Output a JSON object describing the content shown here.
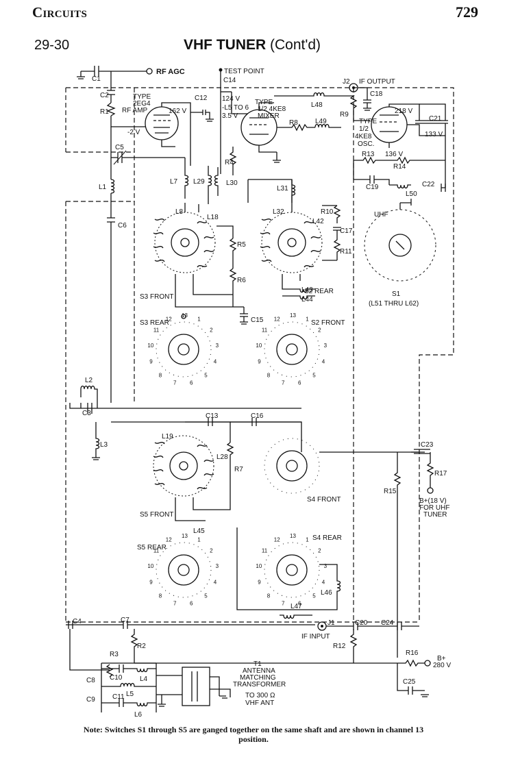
{
  "header": {
    "section": "Circuits",
    "page_number": "729",
    "figure_number": "29-30",
    "title_main": "VHF TUNER",
    "title_sub": "(Cont'd)"
  },
  "labels": {
    "rf_agc": "RF AGC",
    "test_point": "TEST POINT",
    "j2": "J2",
    "if_output": "IF OUTPUT",
    "v1_type": "TYPE",
    "v1_tube": "2EG4",
    "v1_func": "RF AMP",
    "v1_plate_v": "162 V",
    "v1_grid_v": "-2 V",
    "v2_plate_v": "124 V",
    "v2_type": "TYPE",
    "v2_grid_v": "-L5 TO 6",
    "v2_tube": "1/2 4KE8",
    "v2_cath_v": "3.5 V",
    "v2_func": "MIXER",
    "v3_type": "TYPE",
    "v3_frac": "1/2",
    "v3_tube": "4KE8",
    "v3_func": "OSC.",
    "v3_plate_v": "218 V",
    "v3_v1": "133 V",
    "v3_v2": "136 V",
    "uhf": "UHF",
    "s1": "S1",
    "s1_sub": "(L51 THRU L62)",
    "s3_front": "S3 FRONT",
    "s2_rear": "S2 REAR",
    "s3_rear": "S3 REAR",
    "s2_front": "S2 FRONT",
    "s5_front": "S5 FRONT",
    "s4_front": "S4 FRONT",
    "s5_rear": "S5 REAR",
    "s4_rear": "S4 REAR",
    "bplus_uhf_1": "B+(18 V)",
    "bplus_uhf_2": "FOR UHF",
    "bplus_uhf_3": "TUNER",
    "bplus_280_1": "B+",
    "bplus_280_2": "280 V",
    "if_input": "IF INPUT",
    "j1": "J1",
    "t1": "T1",
    "t1_d1": "ANTENNA",
    "t1_d2": "MATCHING",
    "t1_d3": "TRANSFORMER",
    "ant_1": "TO 300 Ω",
    "ant_2": "VHF ANT"
  },
  "component_refs": [
    "C1",
    "C2",
    "R1",
    "C12",
    "C5",
    "L1",
    "C6",
    "L7",
    "L29",
    "L30",
    "L8",
    "L18",
    "R5",
    "R6",
    "C14",
    "L48",
    "C18",
    "R8",
    "L49",
    "R9",
    "C21",
    "R4",
    "R13",
    "R14",
    "L31",
    "C19",
    "L50",
    "C22",
    "L32",
    "L42",
    "R10",
    "C17",
    "R11",
    "L43",
    "L44",
    "C15",
    "L2",
    "C3",
    "L3",
    "C13",
    "C16",
    "L19",
    "L28",
    "R7",
    "L45",
    "C23",
    "R17",
    "R15",
    "L47",
    "L46",
    "C4",
    "C7",
    "R2",
    "R3",
    "C8",
    "L4",
    "L5",
    "C9",
    "C11",
    "L6",
    "C10",
    "C20",
    "R12",
    "C24",
    "R16",
    "C25"
  ],
  "switch_positions": [
    "1",
    "2",
    "3",
    "4",
    "5",
    "6",
    "7",
    "8",
    "9",
    "10",
    "11",
    "12",
    "13"
  ],
  "note": {
    "prefix": "Note:",
    "text": "Switches S1 through S5 are ganged together on the same shaft and are shown in channel 13 position."
  }
}
